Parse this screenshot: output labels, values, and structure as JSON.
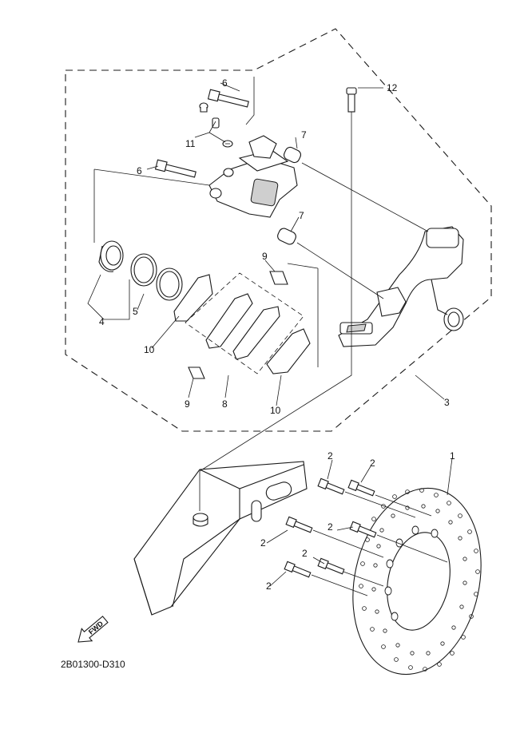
{
  "diagram": {
    "callouts": {
      "c1": "1",
      "c2a": "2",
      "c2b": "2",
      "c2c": "2",
      "c2d": "2",
      "c2e": "2",
      "c2f": "2",
      "c3": "3",
      "c4": "4",
      "c5": "5",
      "c6a": "6",
      "c6b": "6",
      "c7a": "7",
      "c7b": "7",
      "c8": "8",
      "c9a": "9",
      "c9b": "9",
      "c10a": "10",
      "c10b": "10",
      "c11": "11",
      "c12": "12"
    },
    "fwd_label": "FWD",
    "drawing_code": "2B01300-D310"
  }
}
